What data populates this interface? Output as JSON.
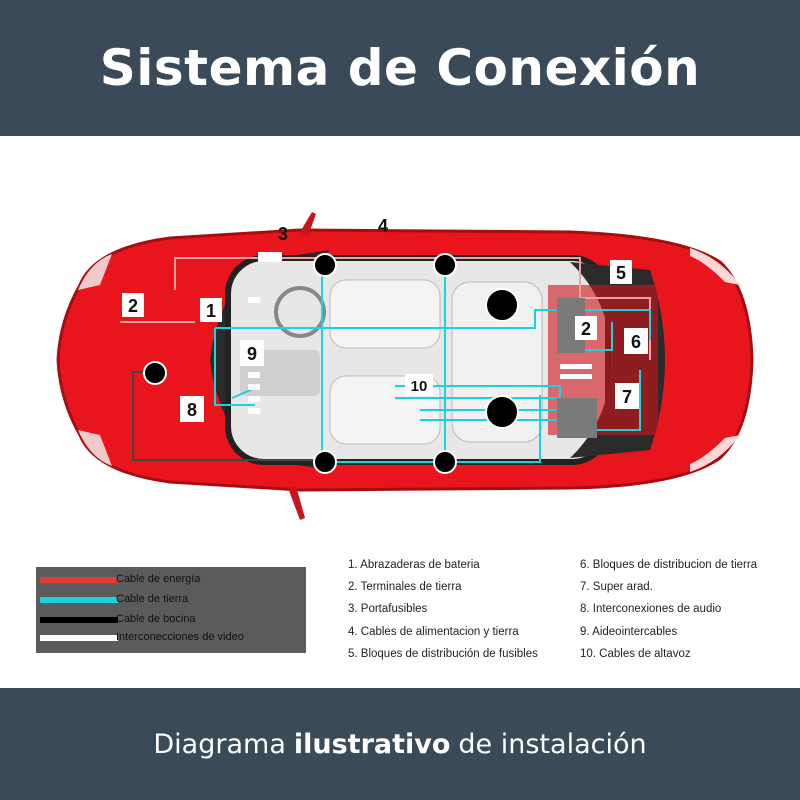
{
  "header": {
    "title": "Sistema de Conexión"
  },
  "footer": {
    "prefix": "Diagrama",
    "bold": "ilustrativo",
    "suffix": "de instalación"
  },
  "callouts": [
    "1",
    "2",
    "3",
    "4",
    "5",
    "2",
    "6",
    "7",
    "8",
    "9",
    "10"
  ],
  "legend": [
    {
      "label": "Cable de energía",
      "color": "#e53935"
    },
    {
      "label": "Cable de tierra",
      "color": "#19d3e0"
    },
    {
      "label": "Cable de bocina",
      "color": "#000000"
    },
    {
      "label": "Interconecciones de video",
      "color": "#ffffff"
    }
  ],
  "items_left": [
    "1. Abrazaderas de bateria",
    "2. Terminales de tierra",
    "3. Portafusibles",
    "4. Cables de  alimentacion y tierra",
    "5. Bloques de distribución de fusibles"
  ],
  "items_right": [
    "6. Bloques de distribucion de tierra",
    "7. Super arad.",
    "8. Interconexiones de audio",
    "9. Aideointercables",
    "10. Cables de altavoz"
  ],
  "colors": {
    "header_bg": "#3a4a59",
    "car_body": "#e8161c",
    "ground_wire": "#19d3e0"
  }
}
